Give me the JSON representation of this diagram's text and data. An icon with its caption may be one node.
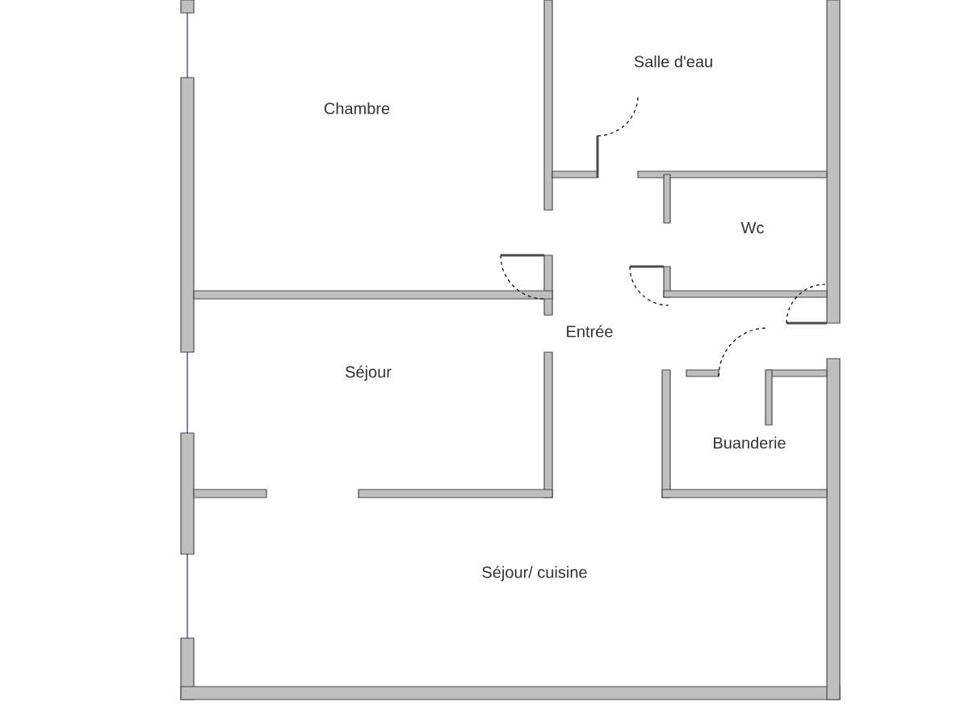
{
  "diagram": {
    "labels": [
      "Chambre",
      "Salle d'eau",
      "Wc",
      "Entrée",
      "Séjour",
      "Buanderie",
      "Séjour/ cuisine"
    ]
  }
}
